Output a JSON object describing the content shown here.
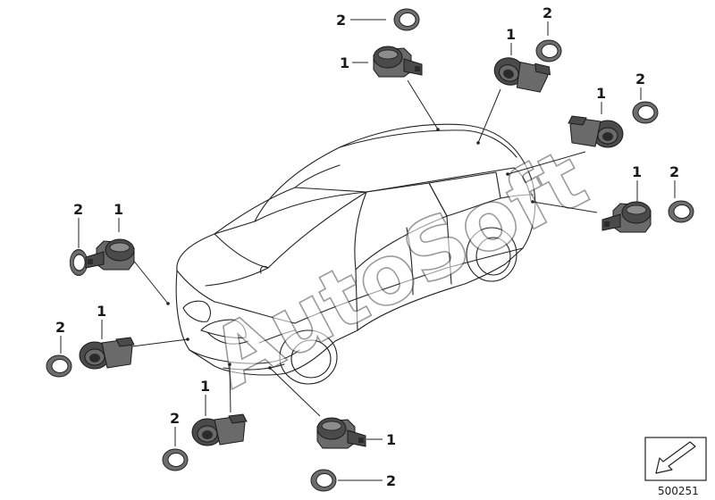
{
  "watermark": "AutoSoft",
  "diagram_number": "500251",
  "parts": [
    {
      "id": "sensor",
      "callout": "1"
    },
    {
      "id": "ring",
      "callout": "2"
    }
  ],
  "callouts": {
    "top_center_ring": "2",
    "top_center_sensor": "1",
    "top_right_sensor": "1",
    "top_right_ring": "2",
    "mid_right_sensor": "1",
    "mid_right_ring": "2",
    "right_sensor": "1",
    "right_ring": "2",
    "left_ring": "2",
    "left_sensor": "1",
    "lower_left_ring": "2",
    "lower_left_sensor": "1",
    "bottom_left_sensor": "1",
    "bottom_left_ring": "2",
    "bottom_center_sensor": "1",
    "bottom_center_ring": "2"
  },
  "icons": {
    "corner_badge": "arrow-down-left-icon"
  }
}
